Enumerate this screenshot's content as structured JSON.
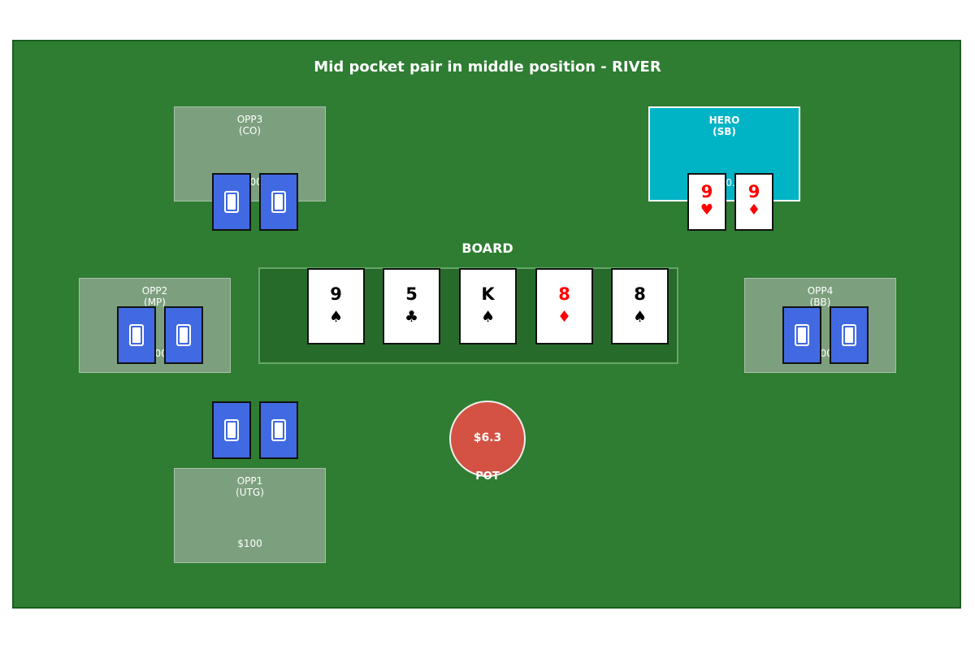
{
  "title": "Mid pocket pair in middle position - RIVER",
  "colors": {
    "felt": "#2e7d32",
    "hero_seat": "#00b4c6",
    "card_back": "#4169e1",
    "pot": "#d45243",
    "red_suit": "#ff0000"
  },
  "seats": {
    "opp3": {
      "name": "OPP3",
      "position": "(CO)",
      "stack": "$100"
    },
    "hero": {
      "name": "HERO",
      "position": "(SB)",
      "stack": "$100.0"
    },
    "opp2": {
      "name": "OPP2",
      "position": "(MP)",
      "stack": "$100"
    },
    "opp4": {
      "name": "OPP4",
      "position": "(BB)",
      "stack": "$100"
    },
    "opp1": {
      "name": "OPP1",
      "position": "(UTG)",
      "stack": "$100"
    }
  },
  "hero_cards": [
    {
      "rank": "9",
      "suit": "♥",
      "color": "red"
    },
    {
      "rank": "9",
      "suit": "♦",
      "color": "red"
    }
  ],
  "board": {
    "label": "BOARD",
    "cards": [
      {
        "rank": "9",
        "suit": "♠",
        "color": "black"
      },
      {
        "rank": "5",
        "suit": "♣",
        "color": "black"
      },
      {
        "rank": "K",
        "suit": "♠",
        "color": "black"
      },
      {
        "rank": "8",
        "suit": "♦",
        "color": "red"
      },
      {
        "rank": "8",
        "suit": "♠",
        "color": "black"
      }
    ]
  },
  "pot": {
    "amount": "$6.3",
    "label": "POT"
  }
}
